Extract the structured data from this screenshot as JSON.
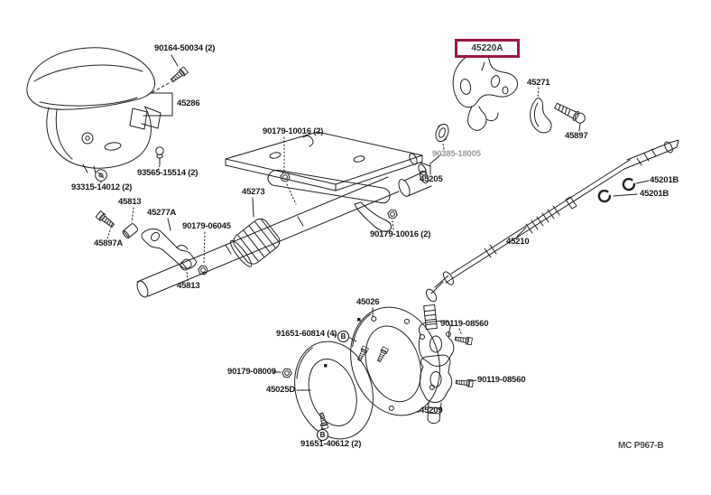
{
  "diagram_kind": "steering-column-parts-diagram",
  "footer_code": "MC P967-B",
  "marker_b": "B",
  "colors": {
    "line": "#222222",
    "label": "#1a1a1a",
    "faded_label": "#9a9a9a",
    "highlight_box_border": "#9d1747"
  },
  "labels": {
    "bolt_90164": "90164-50034 (2)",
    "cover_45286": "45286",
    "stud_93565": "93565-15514 (2)",
    "screw_93315": "93315-14012 (2)",
    "cap_45813_upper": "45813",
    "bracket_45277a": "45277A",
    "nut_90179_06045": "90179-06045",
    "bolt_45897a": "45897A",
    "bush_45813_lower": "45813",
    "column_45273": "45273",
    "nut_90179_10016_upper": "90179-10016 (2)",
    "nut_90179_10016_lower": "90179-10016 (2)",
    "bush_90385": "90385-18005",
    "collar_45205": "45205",
    "bracket_45220a": "45220A",
    "lever_45271": "45271",
    "bolt_45897": "45897",
    "clip_45201b_upper": "45201B",
    "clip_45201b_lower": "45201B",
    "shaft_45210": "45210",
    "cover_45026": "45026",
    "bolt_91651_60814": "91651-60814 (4)",
    "nut_90179_08009": "90179-08009",
    "cover_45025d": "45025D",
    "bolt_91651_40612": "91651-40612 (2)",
    "bolt_90119_upper": "90119-08560",
    "bolt_90119_lower": "90119-08560",
    "joint_45209": "45209"
  }
}
